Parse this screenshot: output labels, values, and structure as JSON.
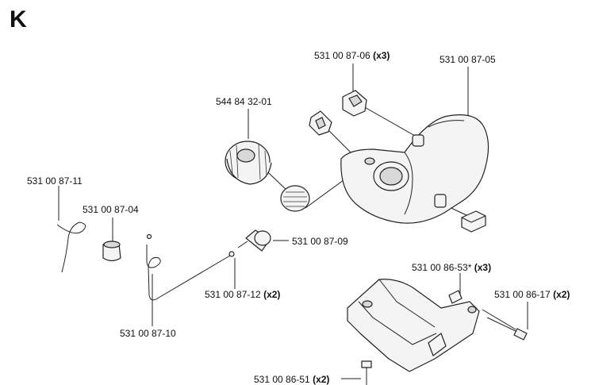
{
  "section": "K",
  "parts": [
    {
      "id": "p1",
      "number": "531 00 87-06",
      "qty": "(x3)"
    },
    {
      "id": "p2",
      "number": "531 00 87-05",
      "qty": ""
    },
    {
      "id": "p3",
      "number": "544 84 32-01",
      "qty": ""
    },
    {
      "id": "p4",
      "number": "531 00 87-11",
      "qty": ""
    },
    {
      "id": "p5",
      "number": "531 00 87-04",
      "qty": ""
    },
    {
      "id": "p6",
      "number": "531 00 87-09",
      "qty": ""
    },
    {
      "id": "p7",
      "number": "531 00 87-12",
      "qty": "(x2)"
    },
    {
      "id": "p8",
      "number": "531 00 87-10",
      "qty": ""
    },
    {
      "id": "p9",
      "number": "531 00 86-53*",
      "qty": "(x3)"
    },
    {
      "id": "p10",
      "number": "531 00 86-17",
      "qty": "(x2)"
    },
    {
      "id": "p11",
      "number": "531 00 86-51",
      "qty": "(x2)"
    }
  ]
}
